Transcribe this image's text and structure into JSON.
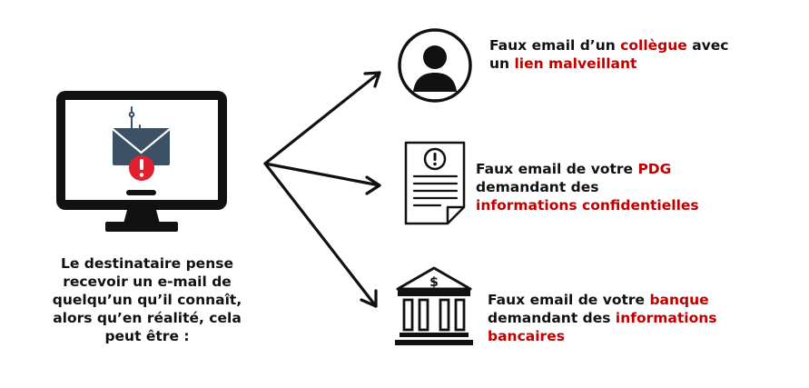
{
  "caption": {
    "lines": [
      "Le destinataire pense",
      "recevoir un e-mail de",
      "quelqu’un qu’il connaît,",
      "alors qu’en réalité, cela",
      "peut être :"
    ]
  },
  "items": [
    {
      "icon": "user-avatar-icon",
      "lines": [
        [
          {
            "t": "Faux email d’un ",
            "h": false
          },
          {
            "t": "collègue",
            "h": true
          },
          {
            "t": " avec",
            "h": false
          }
        ],
        [
          {
            "t": "un ",
            "h": false
          },
          {
            "t": "lien malveillant",
            "h": true
          }
        ]
      ]
    },
    {
      "icon": "document-warning-icon",
      "lines": [
        [
          {
            "t": "Faux email de votre ",
            "h": false
          },
          {
            "t": "PDG",
            "h": true
          }
        ],
        [
          {
            "t": "demandant des",
            "h": false
          }
        ],
        [
          {
            "t": "informations confidentielles",
            "h": true
          }
        ]
      ]
    },
    {
      "icon": "bank-icon",
      "lines": [
        [
          {
            "t": "Faux email de votre ",
            "h": false
          },
          {
            "t": "banque",
            "h": true
          }
        ],
        [
          {
            "t": "demandant des ",
            "h": false
          },
          {
            "t": "informations",
            "h": true
          }
        ],
        [
          {
            "t": "bancaires",
            "h": true
          }
        ]
      ]
    }
  ],
  "colors": {
    "highlight": "#c00000",
    "text": "#111111",
    "icon": "#111111",
    "envelope": "#3d5166",
    "alert": "#e0202e"
  }
}
